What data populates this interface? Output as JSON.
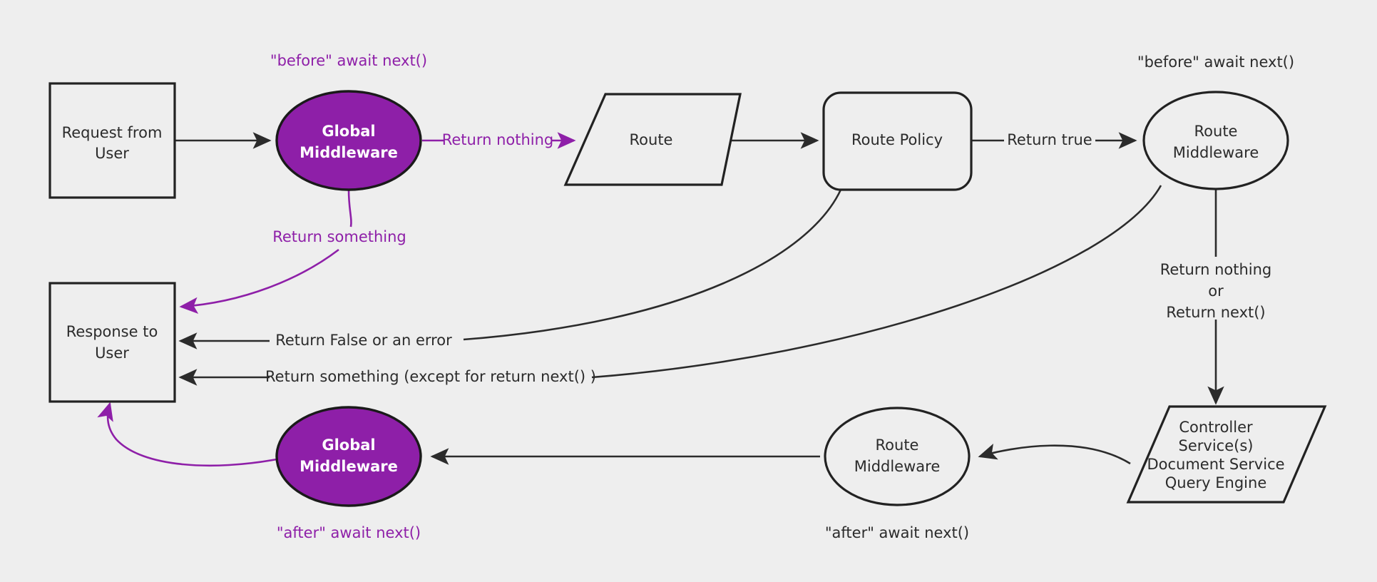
{
  "diagram": {
    "title": "Request lifecycle middleware flow",
    "background_color": "#eeeeee",
    "accent_color": "#8e1fa8",
    "line_color": "#2b2b2b"
  },
  "nodes": {
    "request": {
      "line1": "Request from",
      "line2": "User"
    },
    "global_middleware_top": {
      "line1": "Global",
      "line2": "Middleware"
    },
    "route": {
      "label": "Route"
    },
    "route_policy": {
      "label": "Route Policy"
    },
    "route_middleware_top": {
      "line1": "Route",
      "line2": "Middleware"
    },
    "controller": {
      "line1": "Controller",
      "line2": "Service(s)",
      "line3": "Document Service",
      "line4": "Query Engine"
    },
    "route_middleware_bottom": {
      "line1": "Route",
      "line2": "Middleware"
    },
    "global_middleware_bottom": {
      "line1": "Global",
      "line2": "Middleware"
    },
    "response": {
      "line1": "Response to",
      "line2": "User"
    }
  },
  "annotations": {
    "before_await_next_left": "\"before\" await next()",
    "before_await_next_right": "\"before\" await next()",
    "after_await_next_left": "\"after\" await next()",
    "after_await_next_right": "\"after\" await next()"
  },
  "edge_labels": {
    "return_nothing": "Return nothing",
    "return_something": "Return something",
    "return_true": "Return true",
    "return_false_or_error": "Return False or an error",
    "return_something_except": "Return something (except for return next() )",
    "return_nothing_or_next_1": "Return nothing",
    "return_nothing_or_next_2": "or",
    "return_nothing_or_next_3": "Return next()"
  }
}
